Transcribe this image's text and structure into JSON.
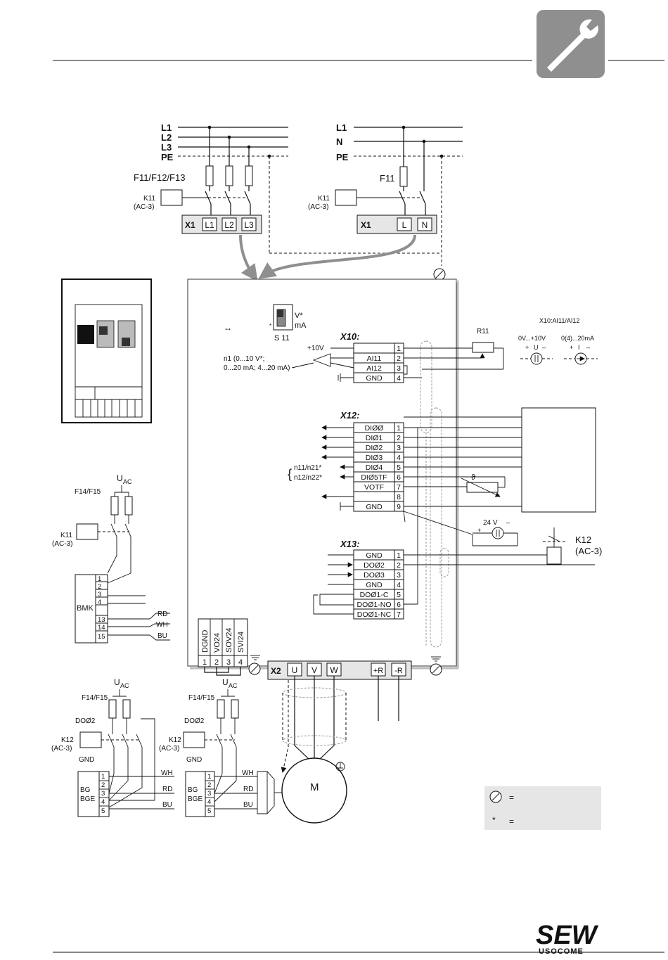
{
  "colors": {
    "accent_grey": "#8f8f8f",
    "panel_grey": "#e6e6e6",
    "line": "#111111"
  },
  "header": {
    "icon": "wrench-icon"
  },
  "logo": {
    "text_main": "SEW",
    "text_sub": "USOCOME"
  },
  "mains3": {
    "l1": "L1",
    "l2": "L2",
    "l3": "L3",
    "pe": "PE",
    "fuse": "F11/F12/F13",
    "k11": "K11",
    "k11_ac": "(AC-3)",
    "x1": "X1",
    "t1": "L1",
    "t2": "L2",
    "t3": "L3"
  },
  "mains1": {
    "l1": "L1",
    "n": "N",
    "pe": "PE",
    "fuse": "F11",
    "k11": "K11",
    "k11_ac": "(AC-3)",
    "x1": "X1",
    "t1": "L",
    "t2": "N"
  },
  "switch": {
    "v": "V*",
    "ma": "mA",
    "s11": "S 11",
    "arrow": "↔",
    "star": "*"
  },
  "x10": {
    "title": "X10:",
    "p10v": "+10V",
    "n1a": "n1 (0...10 V*;",
    "n1b": "0...20 mA; 4...20  mA)",
    "rows": [
      {
        "label": "",
        "num": "1"
      },
      {
        "label": "AI11",
        "num": "2"
      },
      {
        "label": "AI12",
        "num": "3"
      },
      {
        "label": "GND",
        "num": "4"
      }
    ],
    "r11": "R11",
    "ai_title": "X10:AI11/AI12",
    "v_range": "0V...+10V",
    "ma_range": "0(4)...20mA",
    "u": "U",
    "i": "I"
  },
  "x12": {
    "title": "X12:",
    "rows": [
      {
        "label": "DIØØ",
        "num": "1"
      },
      {
        "label": "DIØ1",
        "num": "2"
      },
      {
        "label": "DIØ2",
        "num": "3"
      },
      {
        "label": "DIØ3",
        "num": "4"
      },
      {
        "label": "DIØ4",
        "num": "5"
      },
      {
        "label": "DIØ5TF",
        "num": "6"
      },
      {
        "label": "VOTF",
        "num": "7"
      },
      {
        "label": "",
        "num": "8"
      },
      {
        "label": "GND",
        "num": "9"
      }
    ],
    "n11": "n11/n21*",
    "n12": "n12/n22*",
    "theta": "ϑ",
    "v24": "24 V"
  },
  "x13": {
    "title": "X13:",
    "rows": [
      {
        "label": "GND",
        "num": "1"
      },
      {
        "label": "DOØ2",
        "num": "2"
      },
      {
        "label": "DOØ3",
        "num": "3"
      },
      {
        "label": "GND",
        "num": "4"
      },
      {
        "label": "DOØ1-C",
        "num": "5"
      },
      {
        "label": "DOØ1-NO",
        "num": "6"
      },
      {
        "label": "DOØ1-NC",
        "num": "7"
      }
    ],
    "k12": "K12",
    "k12_ac": "(AC-3)"
  },
  "x17": {
    "labels": [
      "DGND",
      "VO24",
      "SOV24",
      "SVI24"
    ],
    "nums": [
      "1",
      "2",
      "3",
      "4"
    ]
  },
  "x2": {
    "title": "X2",
    "u": "U",
    "v": "V",
    "w": "W",
    "pr": "+R",
    "mr": "-R",
    "motor": "M"
  },
  "bmk": {
    "uac": "U",
    "uac_sub": "AC",
    "fuse": "F14/F15",
    "k11": "K11",
    "k11_ac": "(AC-3)",
    "name": "BMK",
    "nums": [
      "1",
      "2",
      "3",
      "4",
      "13",
      "14",
      "15"
    ],
    "rd": "RD",
    "wh": "WH",
    "bu": "BU"
  },
  "bg1": {
    "uac": "U",
    "uac_sub": "AC",
    "fuse": "F14/F15",
    "do": "DOØ2",
    "k12": "K12",
    "k12_ac": "(AC-3)",
    "gnd": "GND",
    "bg": "BG",
    "bge": "BGE",
    "nums": [
      "1",
      "2",
      "3",
      "4",
      "5"
    ],
    "wh": "WH",
    "rd": "RD",
    "bu": "BU"
  },
  "bg2": {
    "uac": "U",
    "uac_sub": "AC",
    "fuse": "F14/F15",
    "do": "DOØ2",
    "k12": "K12",
    "k12_ac": "(AC-3)",
    "gnd": "GND",
    "bg": "BG",
    "bge": "BGE",
    "nums": [
      "1",
      "2",
      "3",
      "4",
      "5"
    ],
    "wh": "WH",
    "rd": "RD",
    "bu": "BU"
  },
  "legend": {
    "eq1": "=",
    "star": "*",
    "eq2": "="
  }
}
